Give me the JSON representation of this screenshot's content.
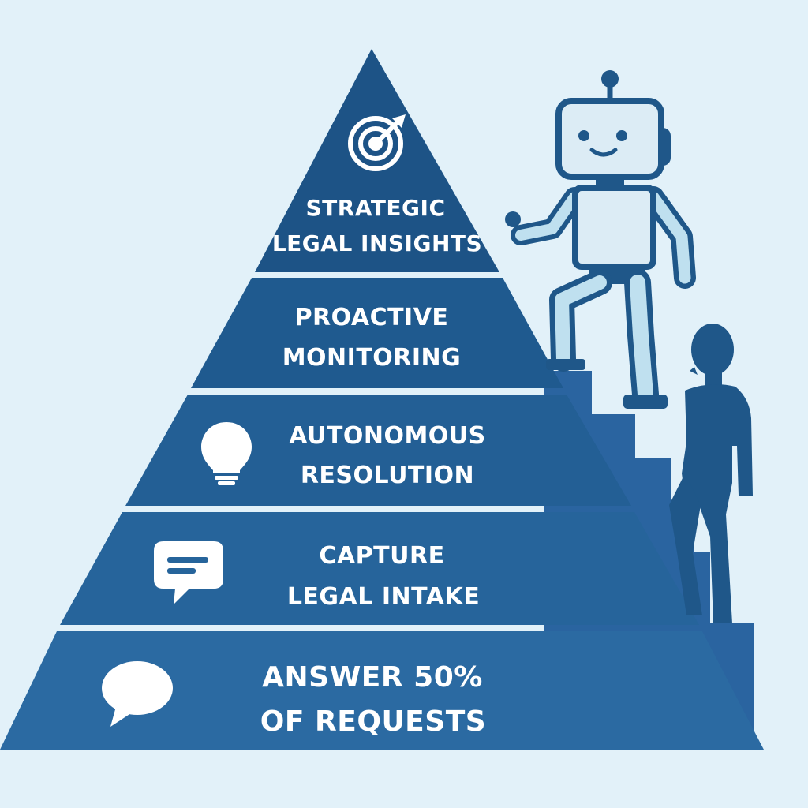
{
  "pyramid": {
    "tiers": [
      {
        "line1": "STRATEGIC",
        "line2": "LEGAL INSIGHTS",
        "icon": "target-icon"
      },
      {
        "line1": "PROACTIVE",
        "line2": "MONITORING",
        "icon": ""
      },
      {
        "line1": "AUTONOMOUS",
        "line2": "RESOLUTION",
        "icon": "lightbulb-icon"
      },
      {
        "line1": "CAPTURE",
        "line2": "LEGAL INTAKE",
        "icon": "chat-bubble-lines-icon"
      },
      {
        "line1": "ANSWER 50%",
        "line2": "OF REQUESTS",
        "icon": "speech-bubble-icon"
      }
    ]
  },
  "figures": [
    "robot-illustration",
    "person-silhouette"
  ],
  "colors": {
    "background": "#e2f1f9",
    "tier_top": "#1d5386",
    "tier_bottom": "#2b6aa2",
    "figure_dark": "#1f5789",
    "robot_light": "#dcecf5",
    "robot_limb": "#bfe0ef",
    "text": "#ffffff"
  }
}
